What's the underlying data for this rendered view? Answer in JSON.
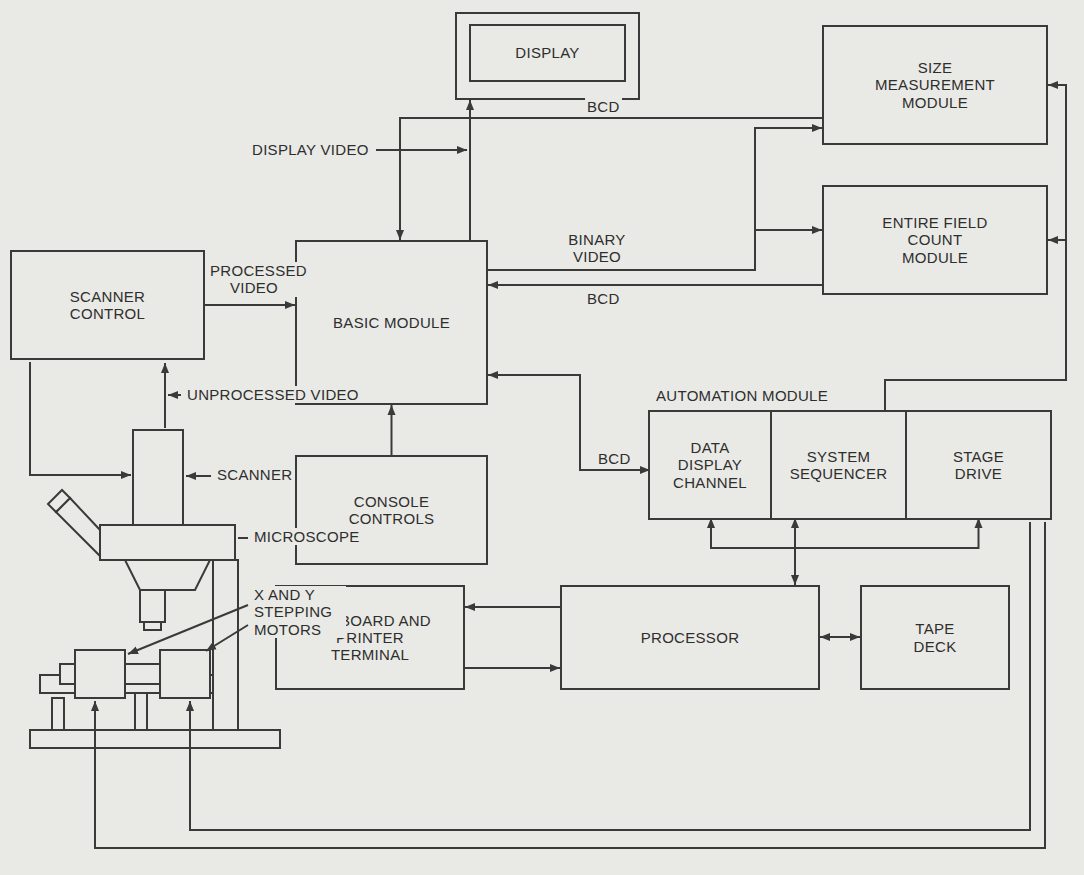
{
  "diagram": {
    "nodes": [
      {
        "text": [
          "DISPLAY"
        ]
      },
      {
        "text": [
          "SCANNER CONTROL"
        ]
      },
      {
        "text": [
          "BASIC MODULE"
        ]
      },
      {
        "text": [
          "SIZE MEASUREMENT MODULE"
        ]
      },
      {
        "text": [
          "ENTIRE FIELD COUNT MODULE"
        ]
      },
      {
        "text": [
          "CONSOLE CONTROLS"
        ]
      },
      {
        "text": [
          "AUTOMATION MODULE"
        ]
      },
      {
        "text": [
          "DATA DISPLAY CHANNEL"
        ],
        "in": 6
      },
      {
        "text": [
          "SYSTEM SEQUENCER"
        ],
        "in": 6
      },
      {
        "text": [
          "STAGE DRIVE"
        ],
        "in": 6
      },
      {
        "text": [
          "KEYBOARD AND PRINTER TERMINAL"
        ]
      },
      {
        "text": [
          "PROCESSOR"
        ]
      },
      {
        "text": [
          "TAPE DECK"
        ]
      }
    ],
    "edges": [
      {
        "from": 1,
        "to": 2,
        "arrow": "to",
        "label": "PROCESSED VIDEO"
      },
      {
        "from": 2,
        "to": 0,
        "arrow": "to"
      },
      {
        "from": 3,
        "to": 2,
        "arrow": "to",
        "label": "BCD"
      },
      {
        "from": 2,
        "to": 3,
        "arrow": "to",
        "label": "BINARY VIDEO"
      },
      {
        "from": 2,
        "to": 4,
        "arrow": "to"
      },
      {
        "from": 4,
        "to": 2,
        "arrow": "to",
        "label": "BCD"
      },
      {
        "from": 2,
        "to": 7,
        "arrow": "both",
        "label": "BCD"
      },
      {
        "from": 5,
        "to": 2,
        "arrow": "to"
      },
      {
        "from": 6,
        "to": 3,
        "arrow": "to"
      },
      {
        "from": 6,
        "to": 4,
        "arrow": "to"
      },
      {
        "from": 11,
        "to": 7,
        "arrow": "to"
      },
      {
        "from": 11,
        "to": 9,
        "arrow": "to"
      },
      {
        "from": 8,
        "to": 11,
        "arrow": "both"
      },
      {
        "from": 11,
        "to": 10,
        "arrow": "to"
      },
      {
        "from": 10,
        "to": 11,
        "arrow": "to"
      },
      {
        "from": 11,
        "to": 12,
        "arrow": "both"
      }
    ],
    "labels": [
      "DISPLAY VIDEO",
      "UNPROCESSED VIDEO",
      "SCANNER",
      "MICROSCOPE",
      "X AND Y STEPPING MOTORS"
    ]
  }
}
